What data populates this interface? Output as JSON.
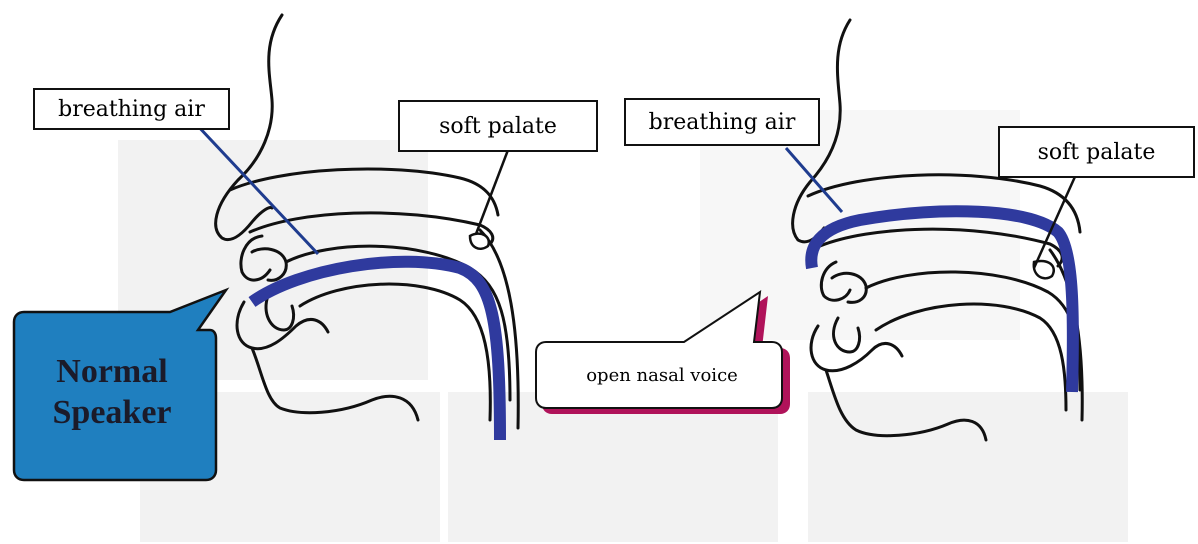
{
  "left_diagram": {
    "breathing_air_label": "breathing air",
    "soft_palate_label": "soft palate",
    "callout_line1": "Normal",
    "callout_line2": "Speaker"
  },
  "right_diagram": {
    "breathing_air_label": "breathing air",
    "soft_palate_label": "soft palate",
    "callout_text": "open nasal voice"
  },
  "colors": {
    "airflow": "#2f3a9e",
    "pointer_line": "#1f3c8f",
    "outline": "#111111",
    "callout_fill_normal": "#1f7fbf",
    "callout_shadow_nasal": "#b0135a"
  }
}
